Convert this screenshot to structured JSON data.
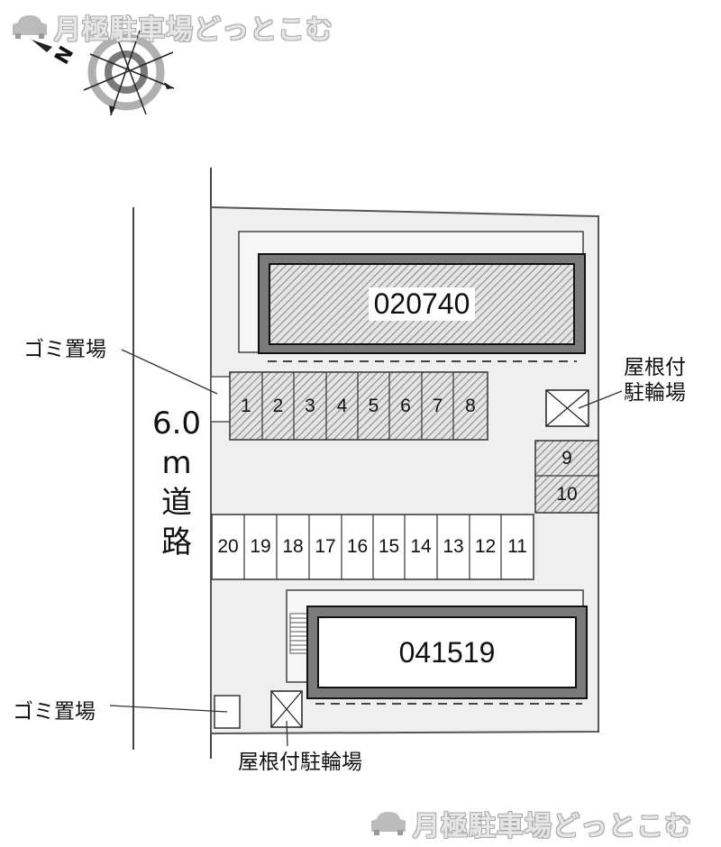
{
  "watermark": {
    "text": "月極駐車場どっとこむ",
    "icon": "car-icon"
  },
  "compass": {
    "label": "N",
    "icon": "north-arrow-icon"
  },
  "road": {
    "width": "6.0",
    "unit": "m",
    "label_1": "道",
    "label_2": "路"
  },
  "buildings": [
    {
      "id": "020740",
      "style": "hatched"
    },
    {
      "id": "041519",
      "style": "plain"
    }
  ],
  "parking_hatched_top": [
    "1",
    "2",
    "3",
    "4",
    "5",
    "6",
    "7",
    "8"
  ],
  "parking_hatched_right": [
    "9",
    "10"
  ],
  "parking_plain": [
    "20",
    "19",
    "18",
    "17",
    "16",
    "15",
    "14",
    "13",
    "12",
    "11"
  ],
  "labels": {
    "garbage_top": "ゴミ置場",
    "garbage_bottom": "ゴミ置場",
    "bike_roof_right_line1": "屋根付",
    "bike_roof_right_line2": "駐輪場",
    "bike_roof_bottom": "屋根付駐輪場"
  },
  "colors": {
    "lot": "#efefef",
    "wall": "#7a7a7a",
    "line": "#222222",
    "hatch": "#9a9a9a"
  }
}
